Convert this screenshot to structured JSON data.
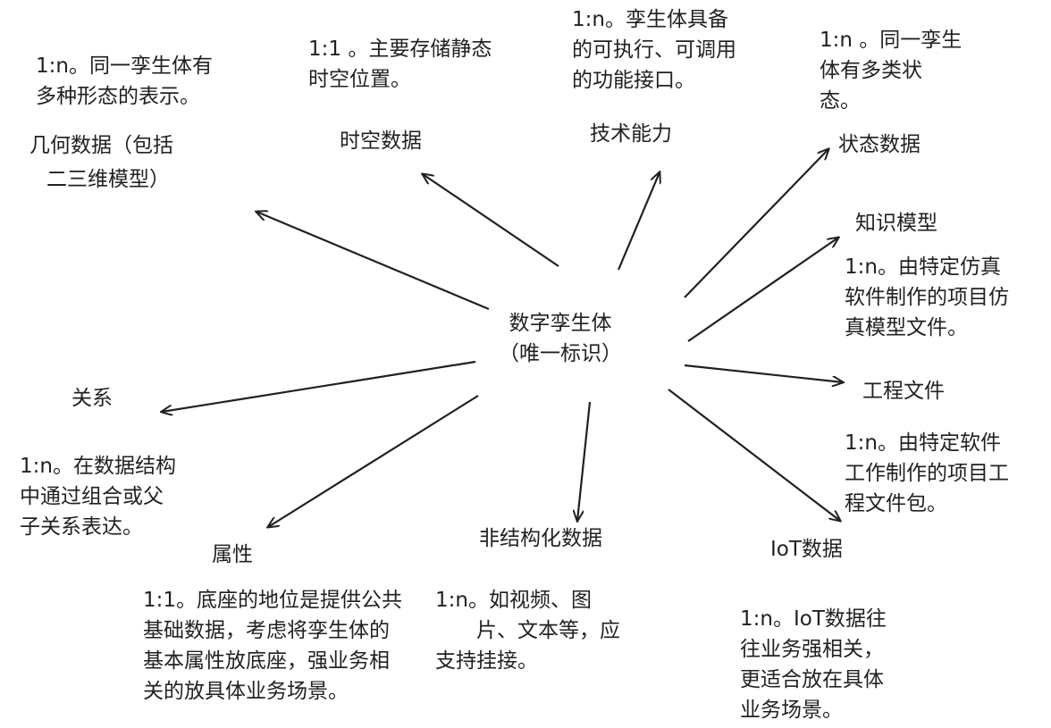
{
  "center": {
    "lines": [
      "数字孪生体",
      "（唯一标识）"
    ]
  },
  "nodes": {
    "geometry": {
      "label": [
        "几何数据（包括",
        "二三维模型）"
      ],
      "note": [
        "1:n。同一孪生体有",
        "多种形态的表示。"
      ]
    },
    "spatiotemporal": {
      "label": [
        "时空数据"
      ],
      "note": [
        "1:1 。主要存储静态",
        "时空位置。"
      ]
    },
    "capability": {
      "label": [
        "技术能力"
      ],
      "note": [
        "1:n。孪生体具备",
        "的可执行、可调用",
        "的功能接口。"
      ]
    },
    "status": {
      "label": [
        "状态数据"
      ],
      "note": [
        "1:n 。同一孪生",
        "体有多类状",
        "态。"
      ]
    },
    "knowledge": {
      "label": [
        "知识模型"
      ],
      "note": [
        "1:n。由特定仿真",
        "软件制作的项目仿",
        "真模型文件。"
      ]
    },
    "engineering": {
      "label": [
        "工程文件"
      ],
      "note": [
        "1:n。由特定软件",
        "工作制作的项目工",
        "程文件包。"
      ]
    },
    "iot": {
      "label": [
        "IoT数据"
      ],
      "note": [
        "1:n。IoT数据往",
        "往业务强相关，",
        "更适合放在具体",
        "业务场景。"
      ]
    },
    "unstructured": {
      "label": [
        "非结构化数据"
      ],
      "note": [
        "1:n。如视频、图",
        "片、文本等，应",
        "支持挂接。"
      ]
    },
    "attributes": {
      "label": [
        "属性"
      ],
      "note": [
        "1:1。底座的地位是提供公共",
        "基础数据，考虑将孪生体的",
        "基本属性放底座，强业务相",
        "关的放具体业务场景。"
      ]
    },
    "relations": {
      "label": [
        "关系"
      ],
      "note": [
        "1:n。在数据结构",
        "中通过组合或父",
        "子关系表达。"
      ]
    }
  }
}
